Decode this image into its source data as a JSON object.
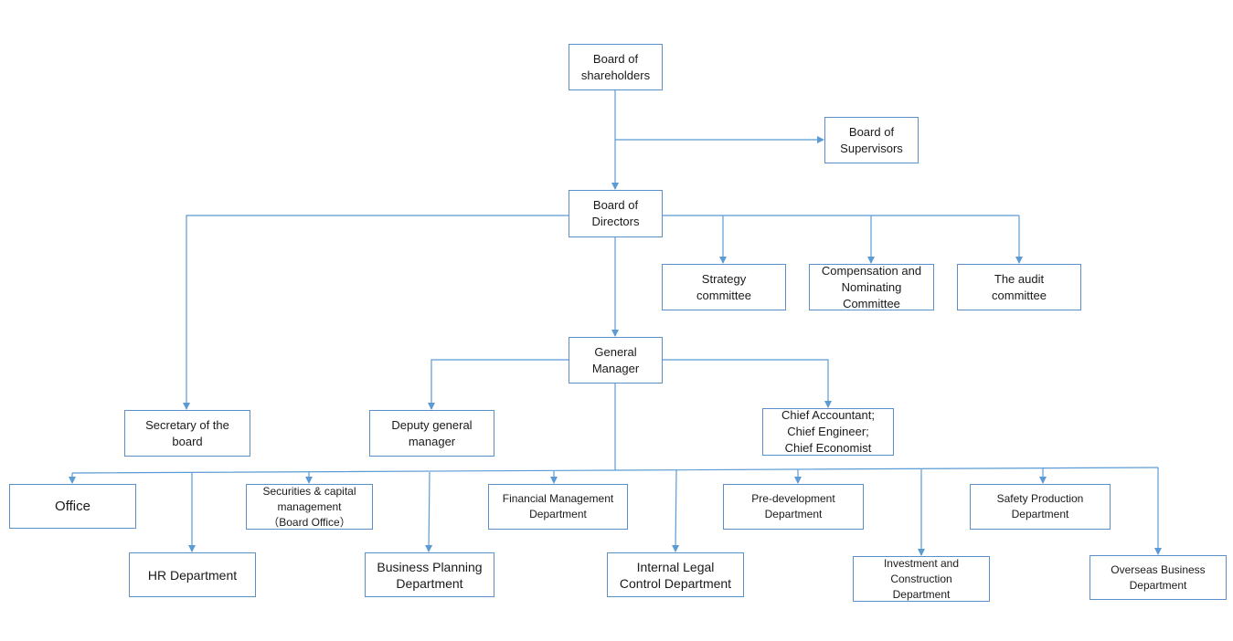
{
  "diagram": {
    "colors": {
      "line": "#5b9bd5",
      "border": "#5b8fc7"
    },
    "nodes": {
      "shareholders": "Board of\nshareholders",
      "supervisors": "Board of\nSupervisors",
      "directors": "Board of\nDirectors",
      "strategy": "Strategy\ncommittee",
      "compensation": "Compensation and\nNominating\nCommittee",
      "audit": "The audit\ncommittee",
      "general_manager": "General\nManager",
      "secretary": "Secretary of the\nboard",
      "deputy": "Deputy general\nmanager",
      "chiefs": "Chief Accountant;\nChief Engineer;\nChief Economist",
      "office": "Office",
      "hr": "HR Department",
      "securities": "Securities & capital\nmanagement\n（Board Office）",
      "business_planning": "Business Planning\nDepartment",
      "financial": "Financial Management\nDepartment",
      "legal": "Internal Legal\nControl Department",
      "predevelopment": "Pre-development\nDepartment",
      "investment": "Investment and\nConstruction\nDepartment",
      "safety": "Safety Production\nDepartment",
      "overseas": "Overseas Business\nDepartment"
    }
  }
}
